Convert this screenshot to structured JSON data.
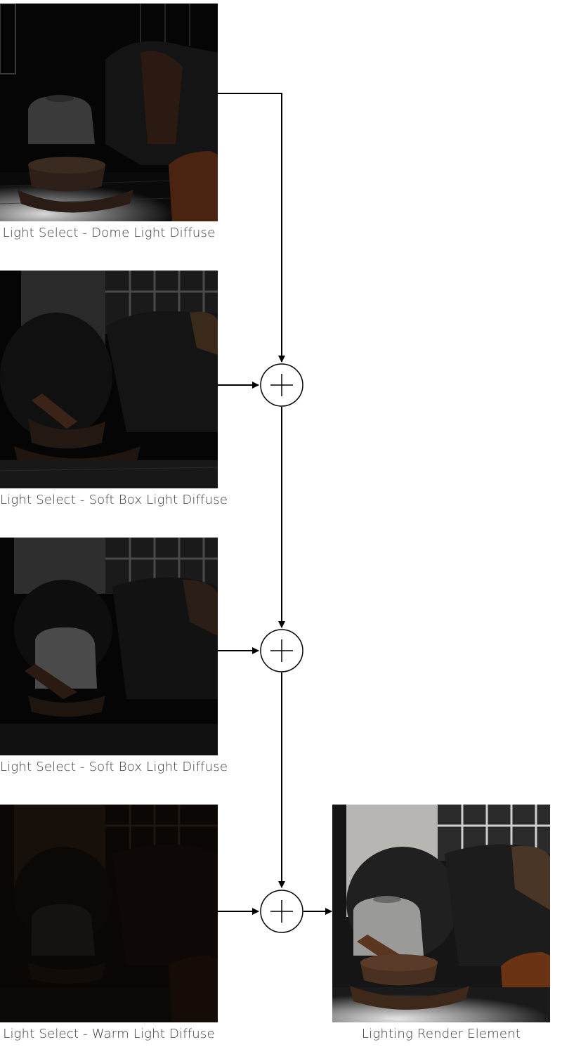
{
  "inputs": [
    {
      "caption": "Light Select - Dome Light Diffuse"
    },
    {
      "caption": "Light Select - Soft Box Light Diffuse"
    },
    {
      "caption": "Light Select - Soft Box Light Diffuse"
    },
    {
      "caption": "Light Select - Warm Light Diffuse"
    }
  ],
  "output": {
    "caption": "Lighting Render Element"
  },
  "operator_symbol": "+",
  "colors": {
    "line": "#000000",
    "background": "#ffffff",
    "caption": "#3a3a3a"
  }
}
